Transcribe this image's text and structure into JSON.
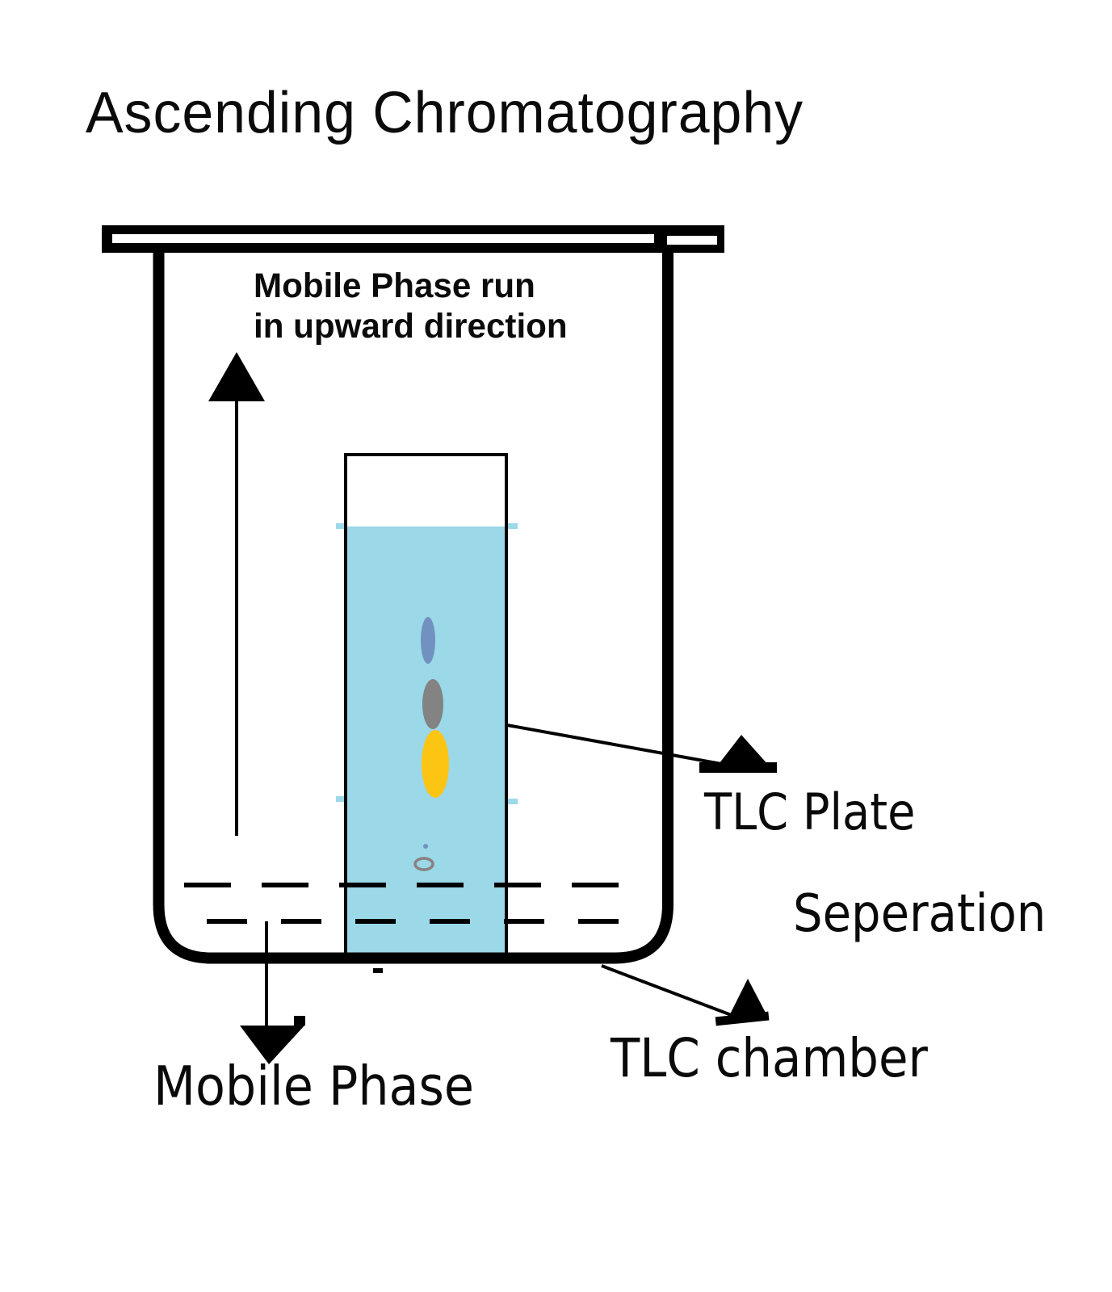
{
  "title": "Ascending Chromatography",
  "annotation": {
    "line1": "Mobile Phase run",
    "line2": "in upward direction"
  },
  "labels": {
    "tlc_plate": "TLC Plate",
    "seperation": "Seperation",
    "tlc_chamber": "TLC chamber",
    "mobile_phase": "Mobile Phase"
  },
  "colors": {
    "ink": "#000000",
    "solvent": "#9bd8e8",
    "spot_blue": "#7191c1",
    "spot_gray": "#838383",
    "spot_yellow": "#fdc513",
    "origin_ring": "#8a8080"
  }
}
